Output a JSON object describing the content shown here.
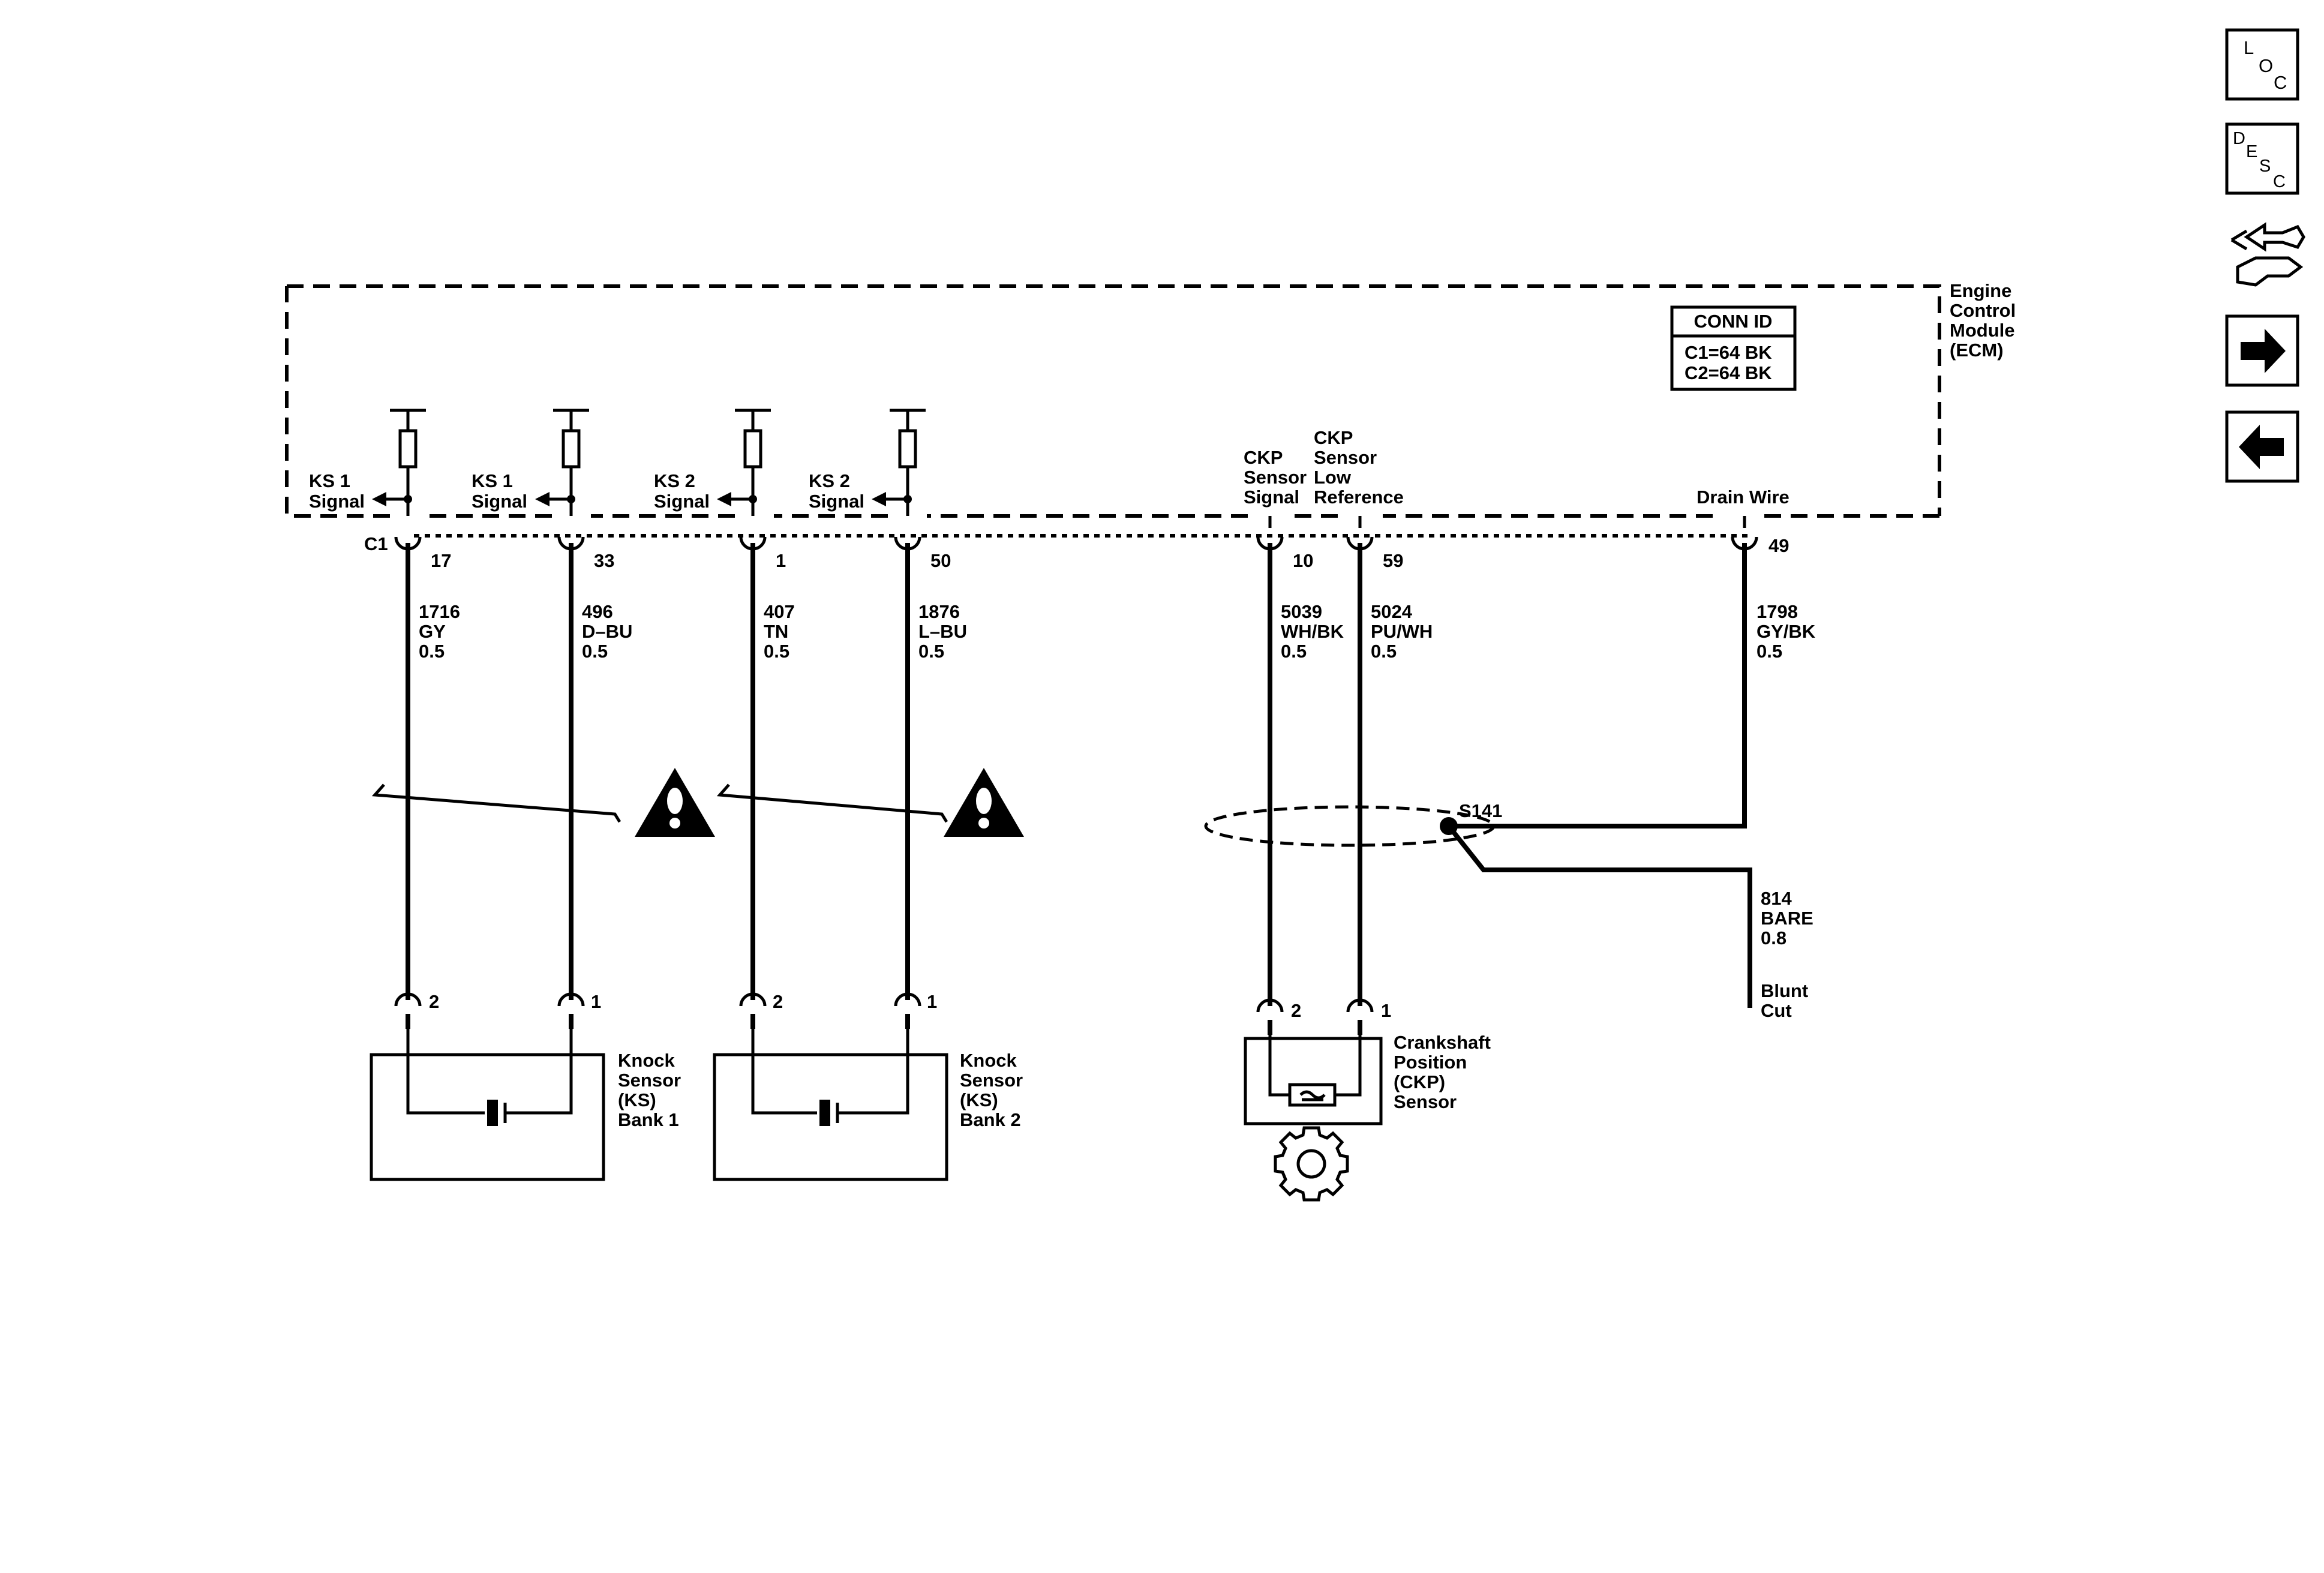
{
  "ecm": {
    "name_lines": [
      "Engine",
      "Control",
      "Module",
      "(ECM)"
    ],
    "conn_id": {
      "title": "CONN ID",
      "lines": [
        "C1=64 BK",
        "C2=64 BK"
      ]
    },
    "connector_label": "C1"
  },
  "ks_pins": [
    {
      "signal_lines": [
        "KS 1",
        "Signal"
      ],
      "pin": "17",
      "circuit": "1716",
      "color": "GY",
      "gauge": "0.5",
      "sensor_pin": "2"
    },
    {
      "signal_lines": [
        "KS 1",
        "Signal"
      ],
      "pin": "33",
      "circuit": "496",
      "color": "D–BU",
      "gauge": "0.5",
      "sensor_pin": "1"
    },
    {
      "signal_lines": [
        "KS 2",
        "Signal"
      ],
      "pin": "1",
      "circuit": "407",
      "color": "TN",
      "gauge": "0.5",
      "sensor_pin": "2"
    },
    {
      "signal_lines": [
        "KS 2",
        "Signal"
      ],
      "pin": "50",
      "circuit": "1876",
      "color": "L–BU",
      "gauge": "0.5",
      "sensor_pin": "1"
    }
  ],
  "ckp_pins": [
    {
      "signal_lines": [
        "CKP",
        "Sensor",
        "Signal"
      ],
      "pin": "10",
      "circuit": "5039",
      "color": "WH/BK",
      "gauge": "0.5",
      "sensor_pin": "2"
    },
    {
      "signal_lines": [
        "CKP",
        "Sensor",
        "Low",
        "Reference"
      ],
      "pin": "59",
      "circuit": "5024",
      "color": "PU/WH",
      "gauge": "0.5",
      "sensor_pin": "1"
    }
  ],
  "drain": {
    "label": "Drain Wire",
    "pin": "49",
    "circuit": "1798",
    "color": "GY/BK",
    "gauge": "0.5"
  },
  "splice": {
    "id": "S141",
    "circuit": "814",
    "color": "BARE",
    "gauge": "0.8",
    "end_lines": [
      "Blunt",
      "Cut"
    ]
  },
  "components": {
    "ks_bank1": [
      "Knock",
      "Sensor",
      "(KS)",
      "Bank 1"
    ],
    "ks_bank2": [
      "Knock",
      "Sensor",
      "(KS)",
      "Bank 2"
    ],
    "ckp": [
      "Crankshaft",
      "Position",
      "(CKP)",
      "Sensor"
    ]
  },
  "nav": {
    "loc": [
      "L",
      "O",
      "C"
    ],
    "desc": [
      "D",
      "E",
      "S",
      "C"
    ]
  }
}
